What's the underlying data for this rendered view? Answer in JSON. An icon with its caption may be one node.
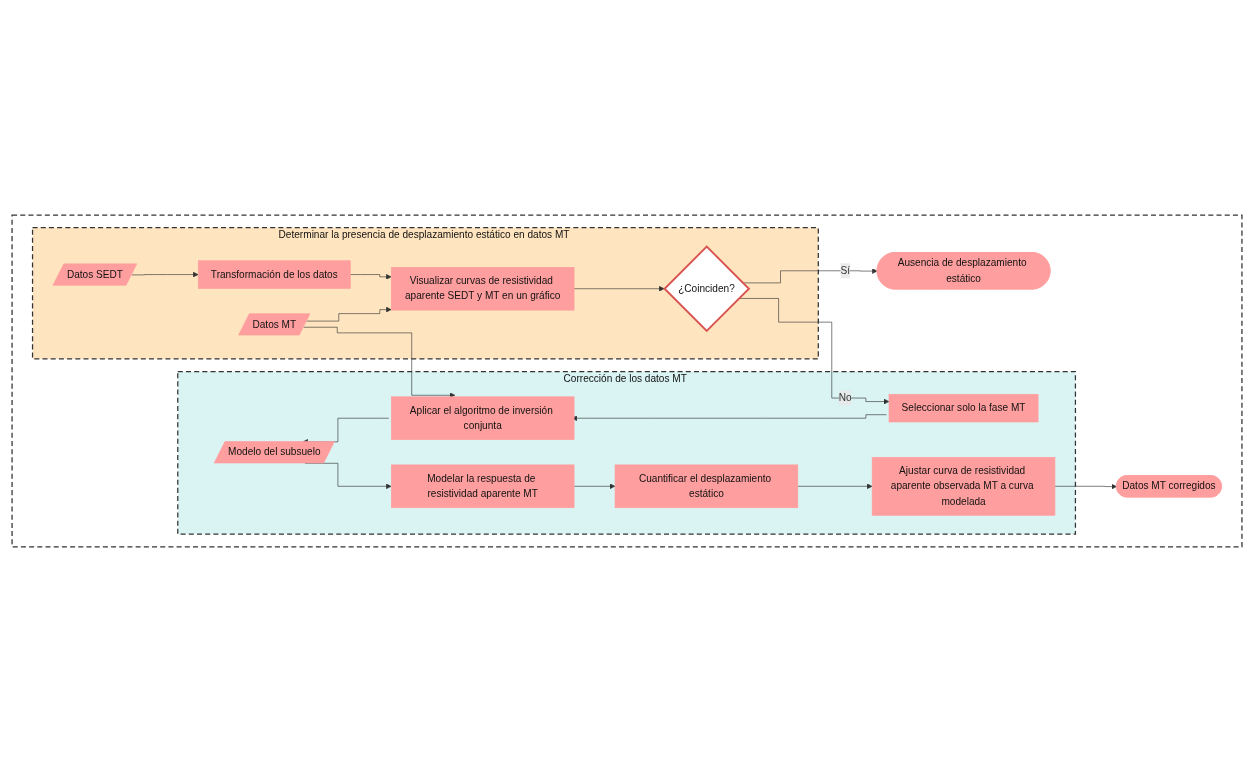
{
  "diagram": {
    "nodes": [
      {
        "text": [],
        "shape": "box"
      },
      {
        "text": [
          "Determinar la presencia de desplazamiento estático en datos MT"
        ],
        "in": 0
      },
      {
        "text": [
          "Datos SEDT"
        ],
        "in": 1
      },
      {
        "text": [
          "Transformación de los datos"
        ],
        "in": 1
      },
      {
        "text": [
          "Datos MT"
        ],
        "in": 1
      },
      {
        "text": [
          "Visualizar curvas de resistividad aparente SEDT y MT en un gráfico"
        ],
        "in": 1
      },
      {
        "text": [
          "¿Coinciden?"
        ],
        "in": 1
      },
      {
        "text": [
          "Ausencia de desplazamiento estático"
        ],
        "in": 0
      },
      {
        "text": [
          "Corrección de los datos MT"
        ],
        "in": 0
      },
      {
        "text": [
          "Modelo del subsuelo"
        ],
        "in": 8
      },
      {
        "text": [
          "Aplicar el algoritmo de inversión conjunta"
        ],
        "in": 8
      },
      {
        "text": [
          "Seleccionar solo la fase MT"
        ],
        "in": 8
      },
      {
        "text": [
          "Modelar la respuesta de resistividad aparente MT"
        ],
        "in": 8
      },
      {
        "text": [
          "Cuantificar el desplazamiento estático"
        ],
        "in": 8
      },
      {
        "text": [
          "Ajustar curva de resistividad aparente observada MT a curva modelada"
        ],
        "in": 8
      },
      {
        "text": [
          "Datos MT corregidos"
        ],
        "in": 0
      }
    ],
    "edges": [
      {
        "from": 2,
        "to": 3,
        "arrow": "to"
      },
      {
        "from": 3,
        "to": 5,
        "arrow": "to"
      },
      {
        "from": 4,
        "to": 5,
        "arrow": "to"
      },
      {
        "from": 5,
        "to": 6,
        "arrow": "to"
      },
      {
        "from": 6,
        "to": 7,
        "arrow": "to",
        "label": "Sí"
      },
      {
        "from": 6,
        "to": 11,
        "arrow": "to",
        "label": "No"
      },
      {
        "from": 4,
        "to": 10,
        "arrow": "to"
      },
      {
        "from": 11,
        "to": 10,
        "arrow": "to"
      },
      {
        "from": 10,
        "to": 9,
        "arrow": "to"
      },
      {
        "from": 9,
        "to": 12,
        "arrow": "to"
      },
      {
        "from": 12,
        "to": 13,
        "arrow": "to"
      },
      {
        "from": 13,
        "to": 14,
        "arrow": "to"
      },
      {
        "from": 14,
        "to": 15,
        "arrow": "to"
      }
    ]
  }
}
